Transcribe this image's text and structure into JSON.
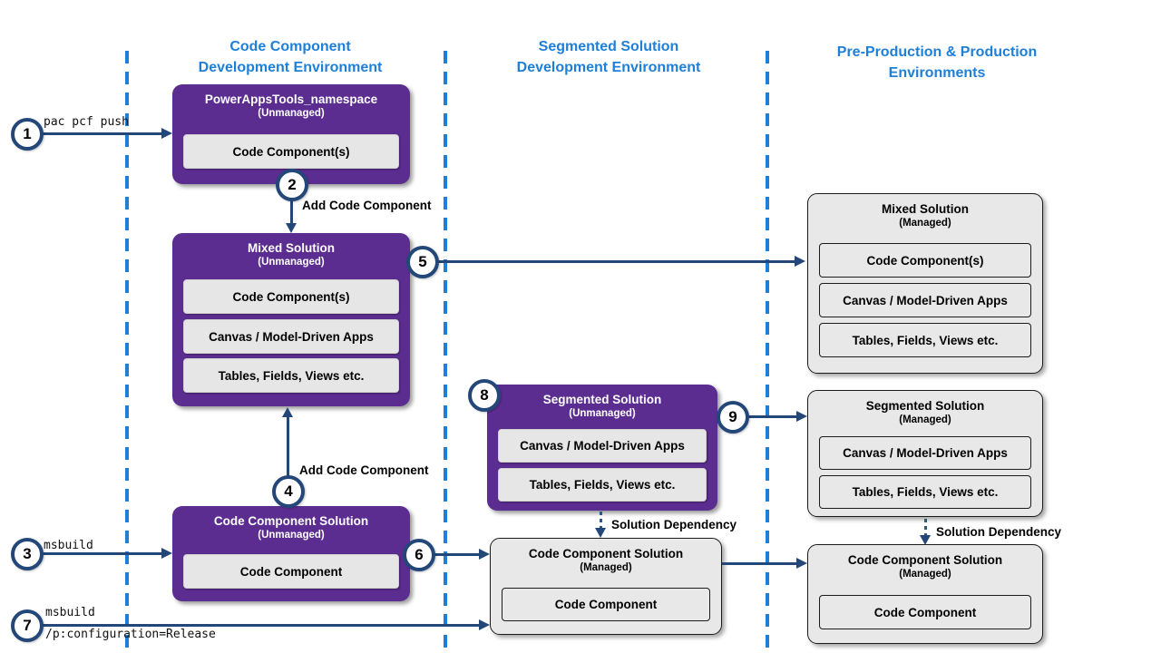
{
  "columns": [
    {
      "title_line1": "Code Component",
      "title_line2": "Development Environment"
    },
    {
      "title_line1": "Segmented Solution",
      "title_line2": "Development Environment"
    },
    {
      "title_line1": "Pre-Production & Production",
      "title_line2": "Environments"
    }
  ],
  "boxes": [
    {
      "id": "powerapps-namespace-unmanaged",
      "title": "PowerAppsTools_namespace",
      "subtitle": "(Unmanaged)",
      "variant": "unmanaged",
      "items": [
        "Code Component(s)"
      ]
    },
    {
      "id": "mixed-solution-unmanaged",
      "title": "Mixed Solution",
      "subtitle": "(Unmanaged)",
      "variant": "unmanaged",
      "items": [
        "Code Component(s)",
        "Canvas / Model-Driven Apps",
        "Tables, Fields, Views etc."
      ]
    },
    {
      "id": "code-component-solution-unmanaged",
      "title": "Code Component Solution",
      "subtitle": "(Unmanaged)",
      "variant": "unmanaged",
      "items": [
        "Code Component"
      ]
    },
    {
      "id": "segmented-solution-unmanaged",
      "title": "Segmented Solution",
      "subtitle": "(Unmanaged)",
      "variant": "unmanaged",
      "items": [
        "Canvas / Model-Driven Apps",
        "Tables, Fields, Views etc."
      ]
    },
    {
      "id": "mixed-solution-managed",
      "title": "Mixed Solution",
      "subtitle": "(Managed)",
      "variant": "managed",
      "items": [
        "Code Component(s)",
        "Canvas / Model-Driven Apps",
        "Tables, Fields, Views etc."
      ]
    },
    {
      "id": "segmented-solution-managed",
      "title": "Segmented Solution",
      "subtitle": "(Managed)",
      "variant": "managed",
      "items": [
        "Canvas / Model-Driven Apps",
        "Tables, Fields, Views etc."
      ]
    },
    {
      "id": "code-component-solution-managed-dev",
      "title": "Code Component Solution",
      "subtitle": "(Managed)",
      "variant": "managed",
      "items": [
        "Code Component"
      ]
    },
    {
      "id": "code-component-solution-managed-prod",
      "title": "Code Component Solution",
      "subtitle": "(Managed)",
      "variant": "managed",
      "items": [
        "Code Component"
      ]
    }
  ],
  "steps": [
    "1",
    "2",
    "3",
    "4",
    "5",
    "6",
    "7",
    "8",
    "9"
  ],
  "labels": {
    "pac_pcf_push": "pac pcf push",
    "msbuild": "msbuild",
    "msbuild_release_line1": "msbuild",
    "msbuild_release_line2": "/p:configuration=Release",
    "add_code_component": "Add Code Component",
    "solution_dependency": "Solution Dependency"
  },
  "colors": {
    "accent_blue": "#1E7FD8",
    "solution_purple": "#5C2D91",
    "arrow_navy": "#24477A",
    "managed_gray": "#E8E8E8"
  }
}
